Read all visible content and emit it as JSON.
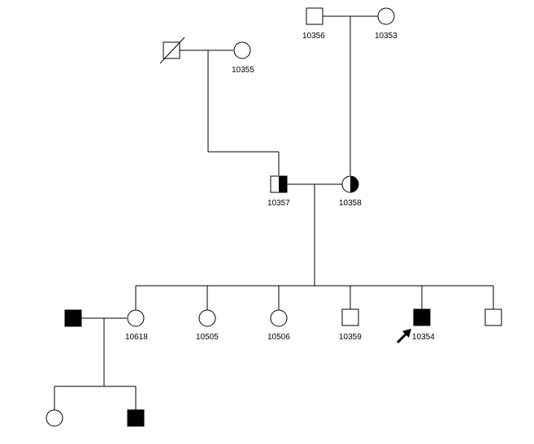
{
  "diagram": {
    "type": "pedigree",
    "colors": {
      "line": "#000000",
      "affected": "#000000",
      "unaffected": "#ffffff"
    },
    "individuals": [
      {
        "key": "g1-father-1",
        "id": "",
        "sex": "male",
        "status": "deceased"
      },
      {
        "key": "g1-mother-1",
        "id": "10355",
        "sex": "female",
        "status": "unaffected"
      },
      {
        "key": "g1-father-2",
        "id": "10356",
        "sex": "male",
        "status": "unaffected"
      },
      {
        "key": "g1-mother-2",
        "id": "10353",
        "sex": "female",
        "status": "unaffected"
      },
      {
        "key": "g2-father",
        "id": "10357",
        "sex": "male",
        "status": "carrier"
      },
      {
        "key": "g2-mother",
        "id": "10358",
        "sex": "female",
        "status": "carrier"
      },
      {
        "key": "g3-spouse",
        "id": "",
        "sex": "male",
        "status": "affected"
      },
      {
        "key": "g3-child-1",
        "id": "10618",
        "sex": "female",
        "status": "unaffected"
      },
      {
        "key": "g3-child-2",
        "id": "10505",
        "sex": "female",
        "status": "unaffected"
      },
      {
        "key": "g3-child-3",
        "id": "10506",
        "sex": "female",
        "status": "unaffected"
      },
      {
        "key": "g3-child-4",
        "id": "10359",
        "sex": "male",
        "status": "unaffected"
      },
      {
        "key": "g3-child-5",
        "id": "10354",
        "sex": "male",
        "status": "affected",
        "proband": true
      },
      {
        "key": "g3-child-6",
        "id": "",
        "sex": "male",
        "status": "unaffected"
      },
      {
        "key": "g4-child-1",
        "id": "",
        "sex": "female",
        "status": "unaffected"
      },
      {
        "key": "g4-child-2",
        "id": "",
        "sex": "male",
        "status": "affected"
      }
    ]
  }
}
